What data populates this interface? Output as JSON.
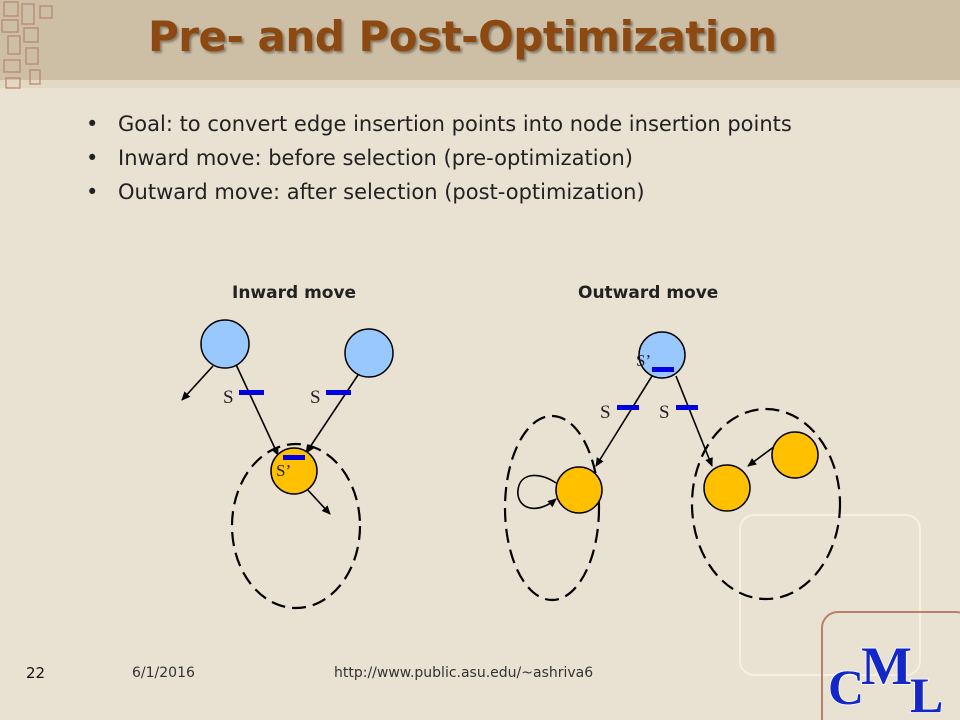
{
  "slide": {
    "title": "Pre- and Post-Optimization",
    "bullet_marker": "•",
    "bullets": [
      "Goal: to convert edge insertion points into node insertion points",
      "Inward move: before selection (pre-optimization)",
      "Outward move: after selection (post-optimization)"
    ],
    "page_number": "22",
    "date": "6/1/2016",
    "url": "http://www.public.asu.edu/~ashriva6"
  },
  "diagram": {
    "inward_title": "Inward move",
    "outward_title": "Outward move",
    "labels": {
      "s_prime": "S’",
      "s": "S"
    },
    "colors": {
      "input_node": "#99c8ff",
      "selected_node": "#ffc000",
      "insertion_bar": "#0000e0",
      "title_color": "#8c4a12"
    }
  },
  "logo": {
    "letters": [
      "C",
      "M",
      "L"
    ]
  }
}
